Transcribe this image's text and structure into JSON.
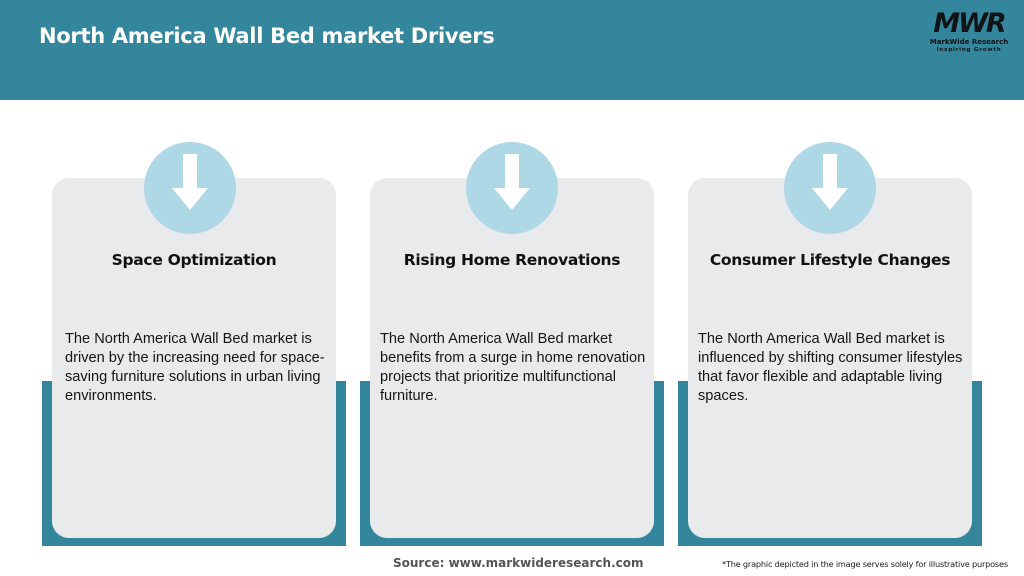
{
  "header": {
    "title": "North America Wall Bed market Drivers",
    "background_color": "#34869c"
  },
  "logo": {
    "mark": "MWR",
    "name": "MarkWide Research",
    "tagline": "Inspiring Growth"
  },
  "cards": [
    {
      "icon": "arrow-down-icon",
      "title": "Space Optimization",
      "text": "The North America Wall Bed market is driven by the increasing need for space-saving furniture solutions in urban living environments."
    },
    {
      "icon": "arrow-down-icon",
      "title": "Rising Home Renovations",
      "text": "The North America Wall Bed market benefits from a surge in home renovation projects that prioritize multifunctional furniture."
    },
    {
      "icon": "arrow-down-icon",
      "title": "Consumer Lifestyle Changes",
      "text": "The North America Wall Bed market is influenced by shifting consumer lifestyles that favor flexible and adaptable living spaces."
    }
  ],
  "colors": {
    "accent": "#34869c",
    "card_bg": "#e8eaec",
    "icon_circle": "#aed8e5"
  },
  "footer": {
    "source": "Source: www.markwideresearch.com",
    "disclaimer": "*The graphic depicted in the image serves solely for illustrative purposes"
  }
}
